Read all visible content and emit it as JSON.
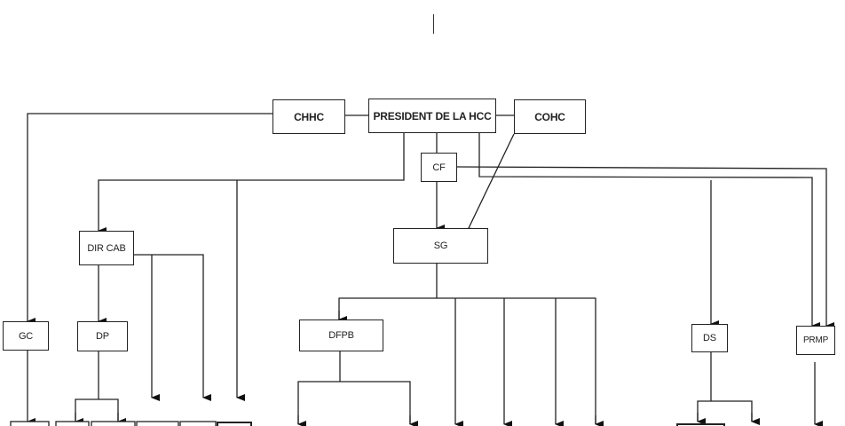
{
  "diagram": {
    "type": "org-chart",
    "nodes": {
      "president": "PRESIDENT DE LA HCC",
      "chhc": "CHHC",
      "cohc": "COHC",
      "cf": "CF",
      "sg": "SG",
      "dir_cab": "DIR CAB",
      "gc": "GC",
      "dp": "DP",
      "dfpb": "DFPB",
      "ds": "DS",
      "prmp": "PRMP"
    },
    "edges": [
      [
        "president",
        "chhc"
      ],
      [
        "president",
        "cohc"
      ],
      [
        "president",
        "cf"
      ],
      [
        "chhc",
        "gc"
      ],
      [
        "president",
        "dir_cab"
      ],
      [
        "cf",
        "sg"
      ],
      [
        "cohc",
        "sg"
      ],
      [
        "cf",
        "prmp"
      ],
      [
        "president",
        "prmp"
      ],
      [
        "president",
        "ds"
      ],
      [
        "dir_cab",
        "dp"
      ],
      [
        "sg",
        "dfpb"
      ]
    ],
    "colors": {
      "line": "#222222",
      "box_fill": "#ffffff"
    }
  }
}
